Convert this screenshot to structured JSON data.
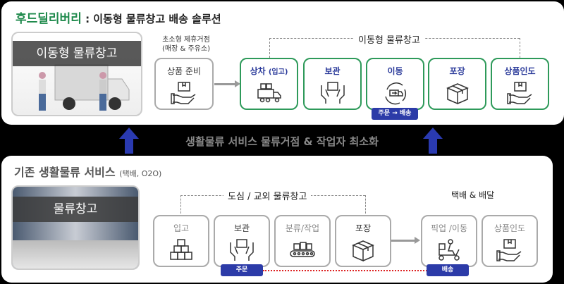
{
  "top": {
    "title_brand": "후드딜리버리",
    "title_rest": ": 이동형 물류창고 배송 솔루션",
    "image_label": "이동형 물류창고",
    "partner_label_1": "초소형 제휴거점",
    "partner_label_2": "(매장 & 주유소)",
    "prep_step": "상품 준비",
    "group_label": "이동형 물류창고",
    "steps": [
      {
        "label": "상차",
        "sub": "(입고)"
      },
      {
        "label": "보관"
      },
      {
        "label": "이동"
      },
      {
        "label": "포장"
      },
      {
        "label": "상품인도"
      }
    ],
    "badge": "주문 → 배송"
  },
  "middle": {
    "text": "생활물류 서비스 물류거점 & 작업자 최소화"
  },
  "bottom": {
    "title": "기존 생활물류 서비스",
    "title_sub": "(택배, O2O)",
    "image_label": "물류창고",
    "group_label": "도심 / 교외 물류창고",
    "delivery_label": "택배 & 배달",
    "steps": [
      "입고",
      "보관",
      "분류/작업",
      "포장",
      "픽업 /이동",
      "상품인도"
    ],
    "badge_order": "주문",
    "badge_delivery": "배송"
  },
  "colors": {
    "green": "#2e9a5a",
    "navy": "#2c3ba8",
    "red": "#d22"
  }
}
